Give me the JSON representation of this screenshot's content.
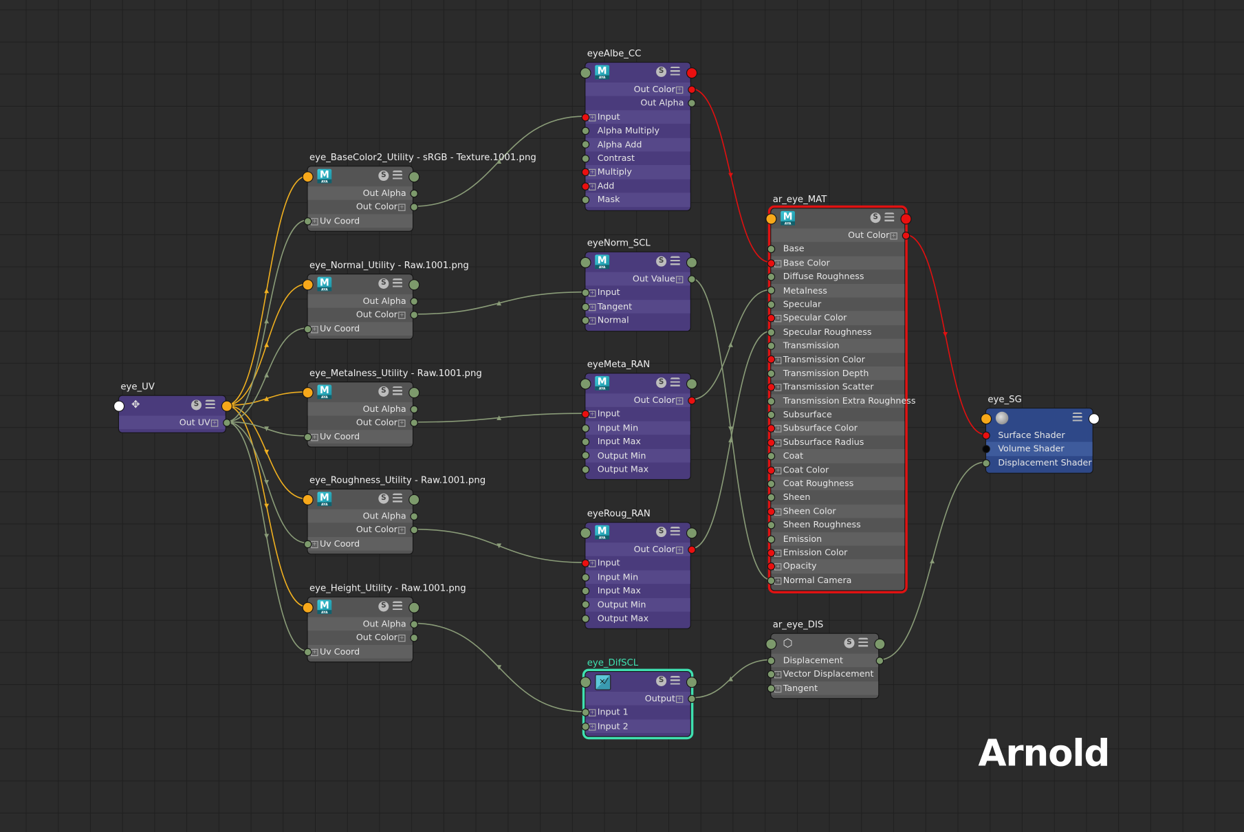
{
  "logo_text": "Arnold",
  "colors": {
    "wire_default": "#8a9c78",
    "wire_color": "#e01010",
    "wire_uv": "#f0b020",
    "port_red": "#ea1010",
    "port_green": "#7d9a6c",
    "port_orange": "#f7a81a",
    "selected": "#e01212",
    "focused": "#3fe0b0"
  },
  "nodes": [
    {
      "id": "eye_UV",
      "title": "eye_UV",
      "style": "purple",
      "icon": "place2d-texture-icon",
      "header_in": "white",
      "header_out": "orange",
      "s_button": "S",
      "rows": [
        {
          "label": "Out UV",
          "dir": "out",
          "port": "green",
          "expand": true
        }
      ]
    },
    {
      "id": "util_base",
      "title": "eye_BaseColor2_Utility - sRGB - Texture.1001.png",
      "style": "gray",
      "icon": "maya-icon",
      "header_in": "orange",
      "header_out": "green",
      "s_button": "S",
      "rows": [
        {
          "label": "Out Alpha",
          "dir": "out",
          "port": "green"
        },
        {
          "label": "Out Color",
          "dir": "out",
          "port": "green",
          "expand": true
        },
        {
          "label": "Uv Coord",
          "dir": "in",
          "port": "green",
          "expand": true
        }
      ]
    },
    {
      "id": "util_norm",
      "title": "eye_Normal_Utility - Raw.1001.png",
      "style": "gray",
      "icon": "maya-icon",
      "header_in": "orange",
      "header_out": "green",
      "s_button": "S",
      "rows": [
        {
          "label": "Out Alpha",
          "dir": "out",
          "port": "green"
        },
        {
          "label": "Out Color",
          "dir": "out",
          "port": "green",
          "expand": true
        },
        {
          "label": "Uv Coord",
          "dir": "in",
          "port": "green",
          "expand": true
        }
      ]
    },
    {
      "id": "util_metal",
      "title": "eye_Metalness_Utility - Raw.1001.png",
      "style": "gray",
      "icon": "maya-icon",
      "header_in": "orange",
      "header_out": "green",
      "s_button": "S",
      "rows": [
        {
          "label": "Out Alpha",
          "dir": "out",
          "port": "green"
        },
        {
          "label": "Out Color",
          "dir": "out",
          "port": "green",
          "expand": true
        },
        {
          "label": "Uv Coord",
          "dir": "in",
          "port": "green",
          "expand": true
        }
      ]
    },
    {
      "id": "util_rough",
      "title": "eye_Roughness_Utility - Raw.1001.png",
      "style": "gray",
      "icon": "maya-icon",
      "header_in": "orange",
      "header_out": "green",
      "s_button": "S",
      "rows": [
        {
          "label": "Out Alpha",
          "dir": "out",
          "port": "green"
        },
        {
          "label": "Out Color",
          "dir": "out",
          "port": "green",
          "expand": true
        },
        {
          "label": "Uv Coord",
          "dir": "in",
          "port": "green",
          "expand": true
        }
      ]
    },
    {
      "id": "util_height",
      "title": "eye_Height_Utility - Raw.1001.png",
      "style": "gray",
      "icon": "maya-icon",
      "header_in": "orange",
      "header_out": "green",
      "s_button": "S",
      "rows": [
        {
          "label": "Out Alpha",
          "dir": "out",
          "port": "green"
        },
        {
          "label": "Out Color",
          "dir": "out",
          "port": "green",
          "expand": true
        },
        {
          "label": "Uv Coord",
          "dir": "in",
          "port": "green",
          "expand": true
        }
      ]
    },
    {
      "id": "eyeAlbe_CC",
      "title": "eyeAlbe_CC",
      "style": "purple",
      "icon": "maya-icon",
      "header_in": "green",
      "header_out": "red",
      "s_button": "S",
      "rows": [
        {
          "label": "Out Color",
          "dir": "out",
          "port": "red",
          "expand": true
        },
        {
          "label": "Out Alpha",
          "dir": "out",
          "port": "green"
        },
        {
          "label": "Input",
          "dir": "in",
          "port": "red",
          "expand": true
        },
        {
          "label": "Alpha Multiply",
          "dir": "in",
          "port": "green"
        },
        {
          "label": "Alpha Add",
          "dir": "in",
          "port": "green"
        },
        {
          "label": "Contrast",
          "dir": "in",
          "port": "green"
        },
        {
          "label": "Multiply",
          "dir": "in",
          "port": "red",
          "expand": true
        },
        {
          "label": "Add",
          "dir": "in",
          "port": "red",
          "expand": true
        },
        {
          "label": "Mask",
          "dir": "in",
          "port": "green"
        }
      ]
    },
    {
      "id": "eyeNorm_SCL",
      "title": "eyeNorm_SCL",
      "style": "purple",
      "icon": "maya-icon",
      "header_in": "green",
      "header_out": "green",
      "s_button": "S",
      "rows": [
        {
          "label": "Out Value",
          "dir": "out",
          "port": "green",
          "expand": true
        },
        {
          "label": "Input",
          "dir": "in",
          "port": "green",
          "expand": true
        },
        {
          "label": "Tangent",
          "dir": "in",
          "port": "green",
          "expand": true
        },
        {
          "label": "Normal",
          "dir": "in",
          "port": "green",
          "expand": true
        }
      ]
    },
    {
      "id": "eyeMeta_RAN",
      "title": "eyeMeta_RAN",
      "style": "purple",
      "icon": "maya-icon",
      "header_in": "green",
      "header_out": "green",
      "s_button": "S",
      "rows": [
        {
          "label": "Out Color",
          "dir": "out",
          "port": "red",
          "expand": true
        },
        {
          "label": "Input",
          "dir": "in",
          "port": "red",
          "expand": true
        },
        {
          "label": "Input Min",
          "dir": "in",
          "port": "green"
        },
        {
          "label": "Input Max",
          "dir": "in",
          "port": "green"
        },
        {
          "label": "Output Min",
          "dir": "in",
          "port": "green"
        },
        {
          "label": "Output Max",
          "dir": "in",
          "port": "green"
        }
      ]
    },
    {
      "id": "eyeRoug_RAN",
      "title": "eyeRoug_RAN",
      "style": "purple",
      "icon": "maya-icon",
      "header_in": "green",
      "header_out": "green",
      "s_button": "S",
      "rows": [
        {
          "label": "Out Color",
          "dir": "out",
          "port": "red",
          "expand": true
        },
        {
          "label": "Input",
          "dir": "in",
          "port": "red",
          "expand": true
        },
        {
          "label": "Input Min",
          "dir": "in",
          "port": "green"
        },
        {
          "label": "Input Max",
          "dir": "in",
          "port": "green"
        },
        {
          "label": "Output Min",
          "dir": "in",
          "port": "green"
        },
        {
          "label": "Output Max",
          "dir": "in",
          "port": "green"
        }
      ]
    },
    {
      "id": "eye_DifSCL",
      "title": "eye_DifSCL",
      "style": "purple",
      "focused": true,
      "icon": "multiply-divide-icon",
      "header_in": "green",
      "header_out": "green",
      "s_button": "S",
      "rows": [
        {
          "label": "Output",
          "dir": "out",
          "port": "green",
          "expand": true
        },
        {
          "label": "Input 1",
          "dir": "in",
          "port": "green",
          "expand": true
        },
        {
          "label": "Input 2",
          "dir": "in",
          "port": "green",
          "expand": true
        }
      ]
    },
    {
      "id": "ar_eye_MAT",
      "title": "ar_eye_MAT",
      "style": "gray",
      "selected": true,
      "icon": "maya-icon",
      "header_in": "orange",
      "header_out": "red",
      "s_button": "S",
      "rows": [
        {
          "label": "Out Color",
          "dir": "out",
          "port": "red",
          "expand": true
        },
        {
          "label": "Base",
          "dir": "in",
          "port": "green"
        },
        {
          "label": "Base Color",
          "dir": "in",
          "port": "red",
          "expand": true
        },
        {
          "label": "Diffuse Roughness",
          "dir": "in",
          "port": "green"
        },
        {
          "label": "Metalness",
          "dir": "in",
          "port": "green"
        },
        {
          "label": "Specular",
          "dir": "in",
          "port": "green"
        },
        {
          "label": "Specular Color",
          "dir": "in",
          "port": "red",
          "expand": true
        },
        {
          "label": "Specular Roughness",
          "dir": "in",
          "port": "green"
        },
        {
          "label": "Transmission",
          "dir": "in",
          "port": "green"
        },
        {
          "label": "Transmission Color",
          "dir": "in",
          "port": "red",
          "expand": true
        },
        {
          "label": "Transmission Depth",
          "dir": "in",
          "port": "green"
        },
        {
          "label": "Transmission Scatter",
          "dir": "in",
          "port": "red",
          "expand": true
        },
        {
          "label": "Transmission Extra Roughness",
          "dir": "in",
          "port": "green"
        },
        {
          "label": "Subsurface",
          "dir": "in",
          "port": "green"
        },
        {
          "label": "Subsurface Color",
          "dir": "in",
          "port": "red",
          "expand": true
        },
        {
          "label": "Subsurface Radius",
          "dir": "in",
          "port": "red",
          "expand": true
        },
        {
          "label": "Coat",
          "dir": "in",
          "port": "green"
        },
        {
          "label": "Coat Color",
          "dir": "in",
          "port": "red",
          "expand": true
        },
        {
          "label": "Coat Roughness",
          "dir": "in",
          "port": "green"
        },
        {
          "label": "Sheen",
          "dir": "in",
          "port": "green"
        },
        {
          "label": "Sheen Color",
          "dir": "in",
          "port": "red",
          "expand": true
        },
        {
          "label": "Sheen Roughness",
          "dir": "in",
          "port": "green"
        },
        {
          "label": "Emission",
          "dir": "in",
          "port": "green"
        },
        {
          "label": "Emission Color",
          "dir": "in",
          "port": "red",
          "expand": true
        },
        {
          "label": "Opacity",
          "dir": "in",
          "port": "red",
          "expand": true
        },
        {
          "label": "Normal Camera",
          "dir": "in",
          "port": "green",
          "expand": true
        }
      ]
    },
    {
      "id": "ar_eye_DIS",
      "title": "ar_eye_DIS",
      "style": "gray",
      "icon": "displacement-icon",
      "header_in": "green",
      "header_out": "green",
      "s_button": "S",
      "rows": [
        {
          "label": "Displacement",
          "dir": "in",
          "port": "green",
          "out_port": "green"
        },
        {
          "label": "Vector Displacement",
          "dir": "in",
          "port": "green",
          "expand": true
        },
        {
          "label": "Tangent",
          "dir": "in",
          "port": "green",
          "expand": true
        }
      ]
    },
    {
      "id": "eye_SG",
      "title": "eye_SG",
      "style": "blue",
      "icon": "shading-group-icon",
      "header_in": "orange",
      "header_out": "white",
      "rows": [
        {
          "label": "Surface Shader",
          "dir": "in",
          "port": "red"
        },
        {
          "label": "Volume Shader",
          "dir": "in",
          "port": "black",
          "highlight": true
        },
        {
          "label": "Displacement Shader",
          "dir": "in",
          "port": "green"
        }
      ]
    }
  ],
  "connections": [
    {
      "from": [
        "eye_UV",
        -1
      ],
      "to": [
        "util_base",
        -1
      ],
      "kind": "uv"
    },
    {
      "from": [
        "eye_UV",
        -1
      ],
      "to": [
        "util_norm",
        -1
      ],
      "kind": "uv"
    },
    {
      "from": [
        "eye_UV",
        -1
      ],
      "to": [
        "util_metal",
        -1
      ],
      "kind": "uv"
    },
    {
      "from": [
        "eye_UV",
        -1
      ],
      "to": [
        "util_rough",
        -1
      ],
      "kind": "uv"
    },
    {
      "from": [
        "eye_UV",
        -1
      ],
      "to": [
        "util_height",
        -1
      ],
      "kind": "uv"
    },
    {
      "from": [
        "eye_UV",
        0
      ],
      "to": [
        "util_base",
        2
      ],
      "kind": "default"
    },
    {
      "from": [
        "eye_UV",
        0
      ],
      "to": [
        "util_norm",
        2
      ],
      "kind": "default"
    },
    {
      "from": [
        "eye_UV",
        0
      ],
      "to": [
        "util_metal",
        2
      ],
      "kind": "default"
    },
    {
      "from": [
        "eye_UV",
        0
      ],
      "to": [
        "util_rough",
        2
      ],
      "kind": "default"
    },
    {
      "from": [
        "eye_UV",
        0
      ],
      "to": [
        "util_height",
        2
      ],
      "kind": "default"
    },
    {
      "from": [
        "util_base",
        1
      ],
      "to": [
        "eyeAlbe_CC",
        2
      ],
      "kind": "default"
    },
    {
      "from": [
        "util_norm",
        1
      ],
      "to": [
        "eyeNorm_SCL",
        1
      ],
      "kind": "default"
    },
    {
      "from": [
        "util_metal",
        1
      ],
      "to": [
        "eyeMeta_RAN",
        1
      ],
      "kind": "default"
    },
    {
      "from": [
        "util_rough",
        1
      ],
      "to": [
        "eyeRoug_RAN",
        1
      ],
      "kind": "default"
    },
    {
      "from": [
        "util_height",
        0
      ],
      "to": [
        "eye_DifSCL",
        1
      ],
      "kind": "default"
    },
    {
      "from": [
        "eyeAlbe_CC",
        0
      ],
      "to": [
        "ar_eye_MAT",
        2
      ],
      "kind": "color"
    },
    {
      "from": [
        "eyeNorm_SCL",
        0
      ],
      "to": [
        "ar_eye_MAT",
        25
      ],
      "kind": "default"
    },
    {
      "from": [
        "eyeMeta_RAN",
        0
      ],
      "to": [
        "ar_eye_MAT",
        4
      ],
      "kind": "default"
    },
    {
      "from": [
        "eyeRoug_RAN",
        0
      ],
      "to": [
        "ar_eye_MAT",
        7
      ],
      "kind": "default"
    },
    {
      "from": [
        "eye_DifSCL",
        0
      ],
      "to": [
        "ar_eye_DIS",
        0
      ],
      "kind": "default"
    },
    {
      "from": [
        "ar_eye_MAT",
        0
      ],
      "to": [
        "eye_SG",
        0
      ],
      "kind": "color"
    },
    {
      "from": [
        "ar_eye_DIS",
        0
      ],
      "to": [
        "eye_SG",
        2
      ],
      "kind": "default"
    }
  ]
}
